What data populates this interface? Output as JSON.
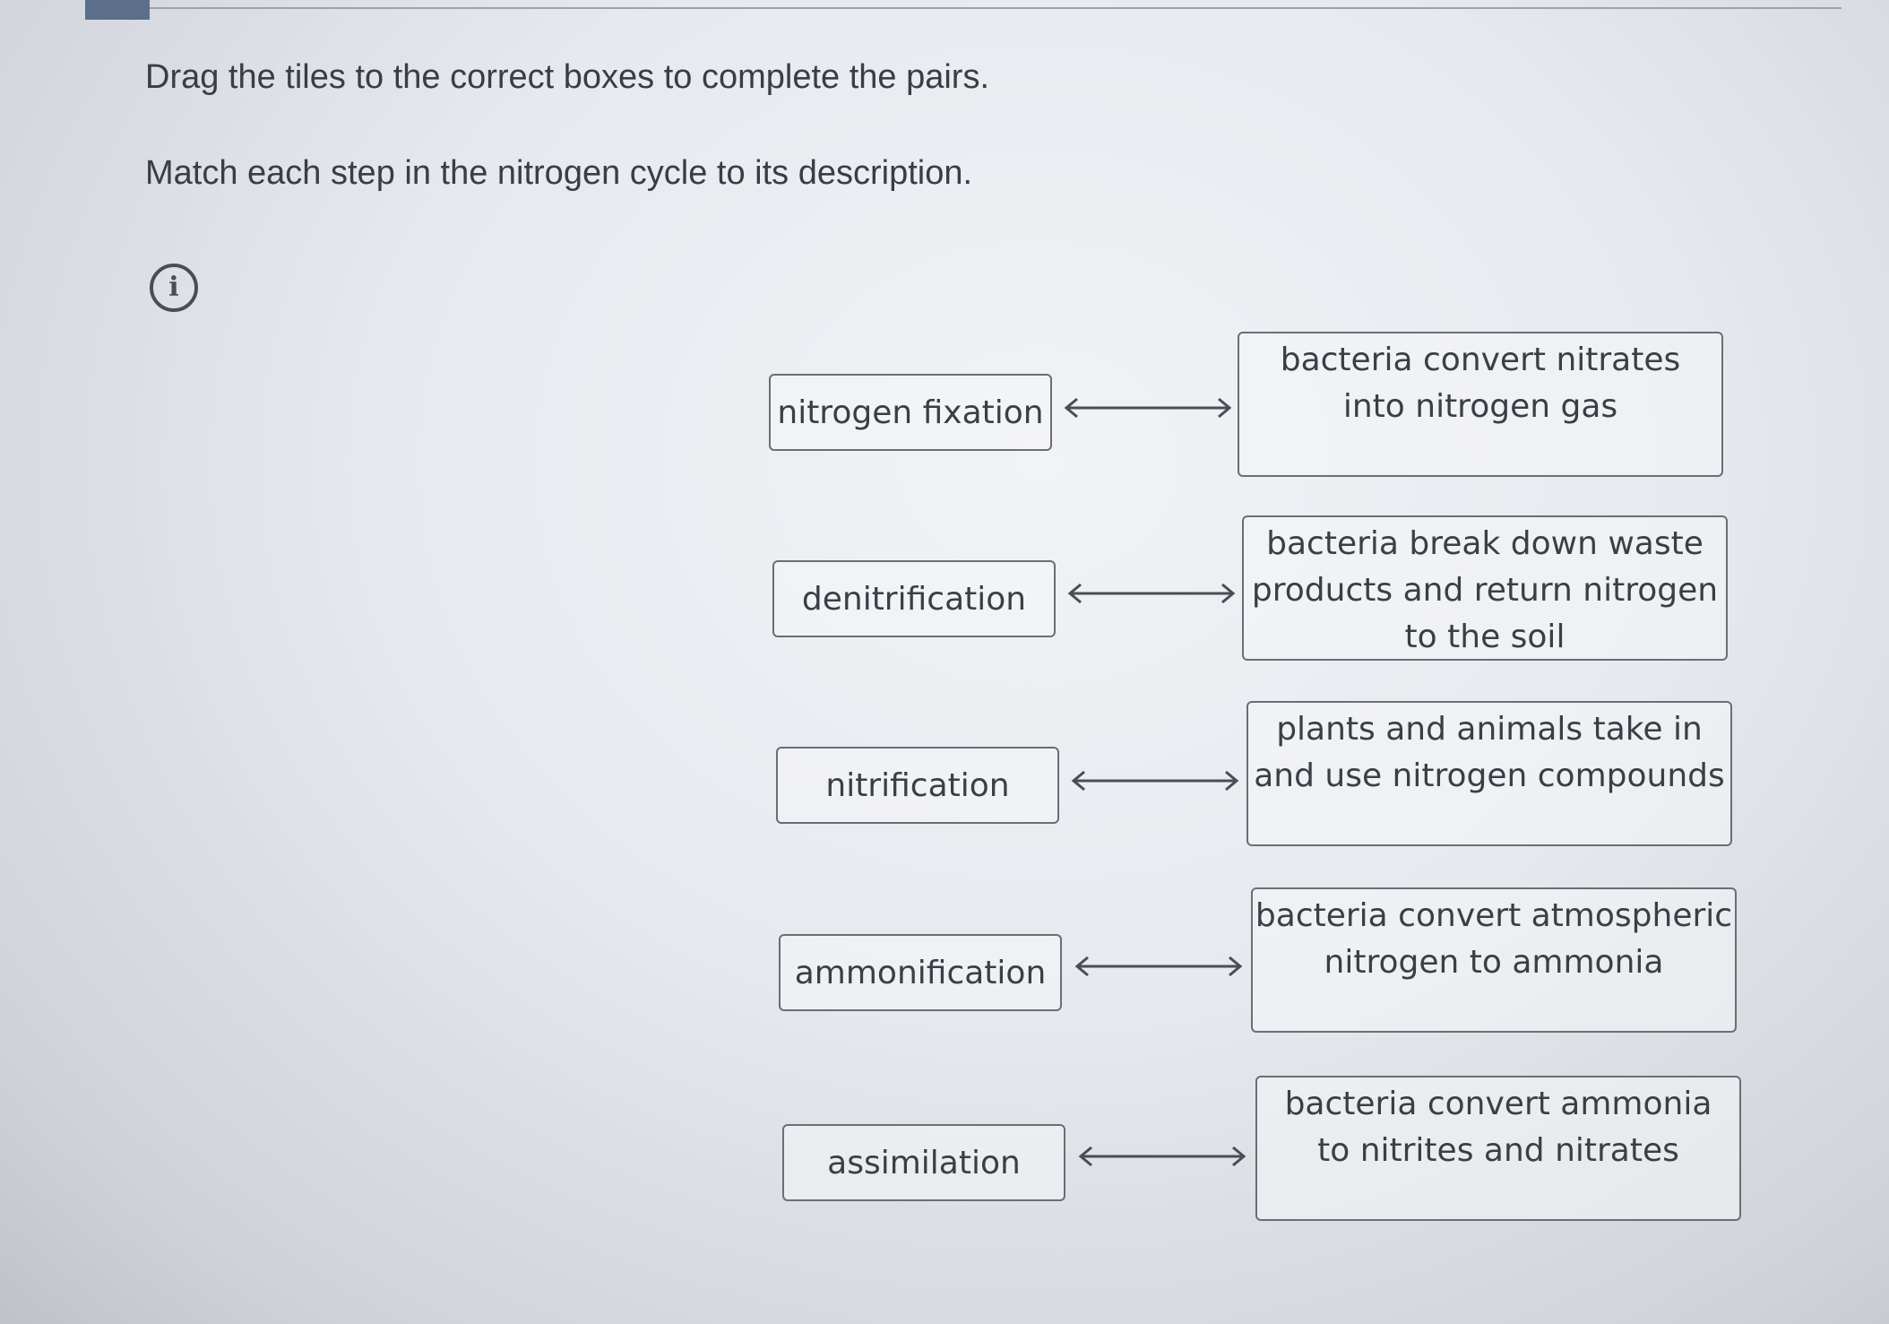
{
  "instructions": {
    "drag": "Drag the tiles to the correct boxes to complete the pairs.",
    "match": "Match each step in the nitrogen cycle to its description."
  },
  "info_icon": {
    "glyph": "i",
    "icon": "info-icon"
  },
  "terms": [
    {
      "label": "nitrogen fixation"
    },
    {
      "label": "denitrification"
    },
    {
      "label": "nitrification"
    },
    {
      "label": "ammonification"
    },
    {
      "label": "assimilation"
    }
  ],
  "descriptions": [
    {
      "text": "bacteria convert nitrates\ninto nitrogen gas"
    },
    {
      "text": "bacteria break down waste\nproducts and return nitrogen\nto the soil"
    },
    {
      "text": "plants and animals take in\nand use nitrogen compounds"
    },
    {
      "text": "bacteria convert atmospheric\nnitrogen to ammonia"
    },
    {
      "text": "bacteria convert ammonia\nto nitrites and nitrates"
    }
  ],
  "colors": {
    "text": "#3a3d44",
    "border": "#6a6e76",
    "accent": "#5b6f8a"
  }
}
